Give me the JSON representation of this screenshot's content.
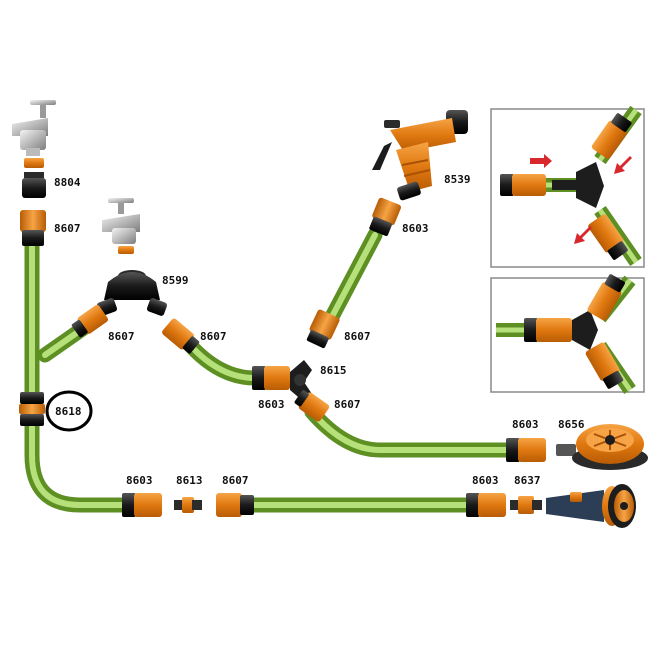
{
  "labels": {
    "tap_connector": "8804",
    "hose_connector_top_left": "8607",
    "double_tap": "8599",
    "hose_connector_y_left": "8607",
    "hose_connector_y_right": "8607",
    "spray_gun": "8539",
    "gun_connector": "8603",
    "gun_hose_connector": "8607",
    "junction_connector": "8603",
    "three_way": "8615",
    "three_way_lower": "8607",
    "repair_joint": "8618",
    "sprinkler_connector": "8603",
    "sprinkler": "8656",
    "bottom_connector_1": "8603",
    "bottom_coupling": "8613",
    "bottom_hose_connector": "8607",
    "bottom_connector_2": "8603",
    "nozzle_adapter": "8637"
  },
  "colors": {
    "hose": "#8cc63f",
    "hose_dark": "#5d8f23",
    "hose_light": "#c8e89a",
    "connector_orange": "#f08a1c",
    "connector_dark": "#1d1d1d",
    "highlight_ring": "#000000",
    "panel_border": "#8a8a8a",
    "arrow_red": "#d9272e"
  },
  "icons": {
    "tap": "faucet-icon",
    "spray": "spray-gun-icon",
    "sprinkler": "sprinkler-icon",
    "nozzle": "nozzle-icon",
    "arrow": "push-arrow-icon"
  }
}
